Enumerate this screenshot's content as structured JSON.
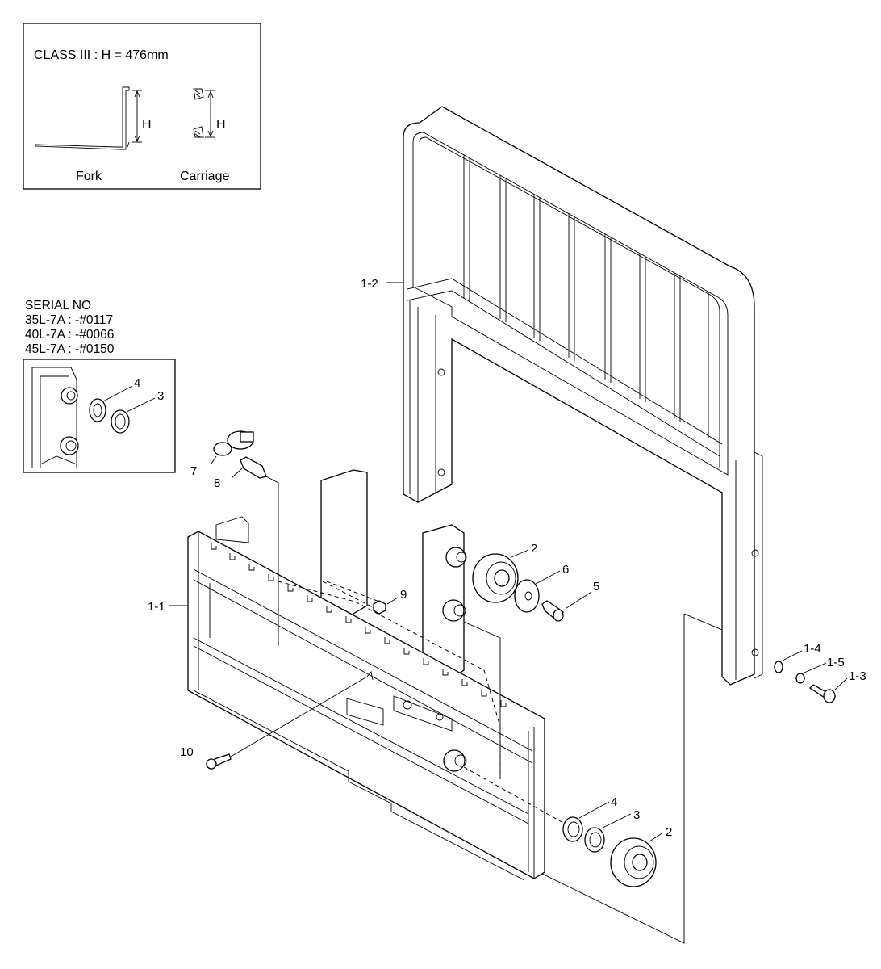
{
  "class_box": {
    "spec": "CLASS III : H = 476mm",
    "dim_letter": "H",
    "fork_caption": "Fork",
    "carriage_caption": "Carriage"
  },
  "serial": {
    "heading": "SERIAL NO",
    "lines": [
      "35L-7A : -#0117",
      "40L-7A : -#0066",
      "45L-7A : -#0150"
    ]
  },
  "callouts": {
    "backrest": "1-2",
    "carriage": "1-1",
    "washer_1_4": "1-4",
    "washer_1_5": "1-5",
    "bolt_1_3": "1-3",
    "roller_upper": "2",
    "roller_lower": "2",
    "shim_inset": "3",
    "shim_lower": "3",
    "washer_inset": "4",
    "washer_lower": "4",
    "bolt_5": "5",
    "plate_6": "6",
    "side_roller_7": "7",
    "pin_8": "8",
    "nut_9": "9",
    "bolt_10": "10"
  }
}
